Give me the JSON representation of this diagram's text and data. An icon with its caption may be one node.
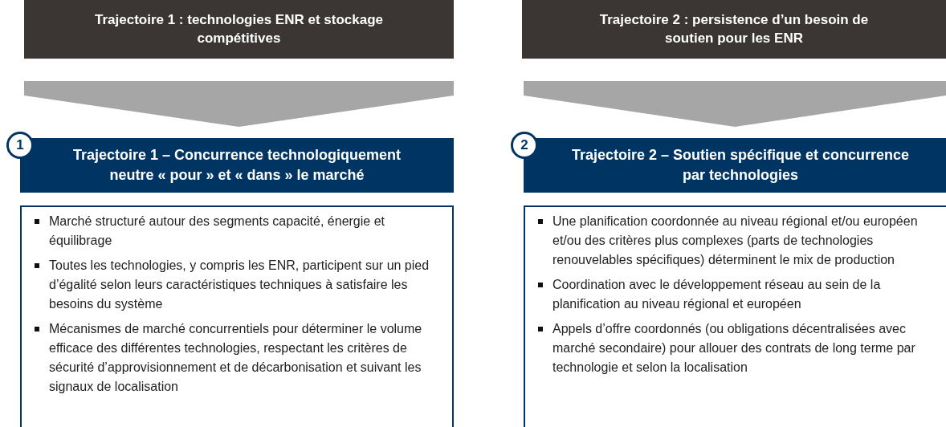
{
  "diagram": {
    "nodes": [
      {
        "text": [
          "Trajectoire 1 : technologies ENR et stockage compétitives"
        ]
      },
      {
        "text": [
          "1"
        ]
      },
      {
        "text": [
          "Trajectoire 1 – Concurrence technologiquement neutre « pour » et « dans » le marché"
        ]
      },
      {
        "text": [
          "Marché structuré autour des segments capacité, énergie et équilibrage",
          "Toutes les technologies, y compris les ENR, participent sur un pied d’égalité selon leurs caractéristiques techniques à satisfaire les besoins du système",
          "Mécanismes de marché concurrentiels pour déterminer le volume efficace des différentes technologies, respectant les critères de sécurité d’approvisionnement et de décarbonisation et suivant les signaux de localisation"
        ]
      },
      {
        "text": [
          "Trajectoire 2 : persistence d’un besoin de soutien pour les ENR"
        ]
      },
      {
        "text": [
          "2"
        ]
      },
      {
        "text": [
          "Trajectoire 2 – Soutien spécifique et concurrence par technologies"
        ]
      },
      {
        "text": [
          "Une planification coordonnée au niveau régional et/ou européen et/ou des critères plus complexes (parts de technologies renouvelables spécifiques) déterminent le mix de production",
          "Coordination avec le développement réseau au sein de la planification au niveau régional et européen",
          "Appels d’offre coordonnés (ou obligations décentralisées avec marché secondaire) pour allouer des contrats de long terme par technologie et selon la localisation"
        ]
      }
    ],
    "edges": [
      {
        "from": 0,
        "to": 2,
        "arrow": "to",
        "style": "thick",
        "color": "#a6a6a6"
      },
      {
        "from": 4,
        "to": 6,
        "arrow": "to",
        "style": "thick",
        "color": "#a6a6a6"
      }
    ]
  }
}
